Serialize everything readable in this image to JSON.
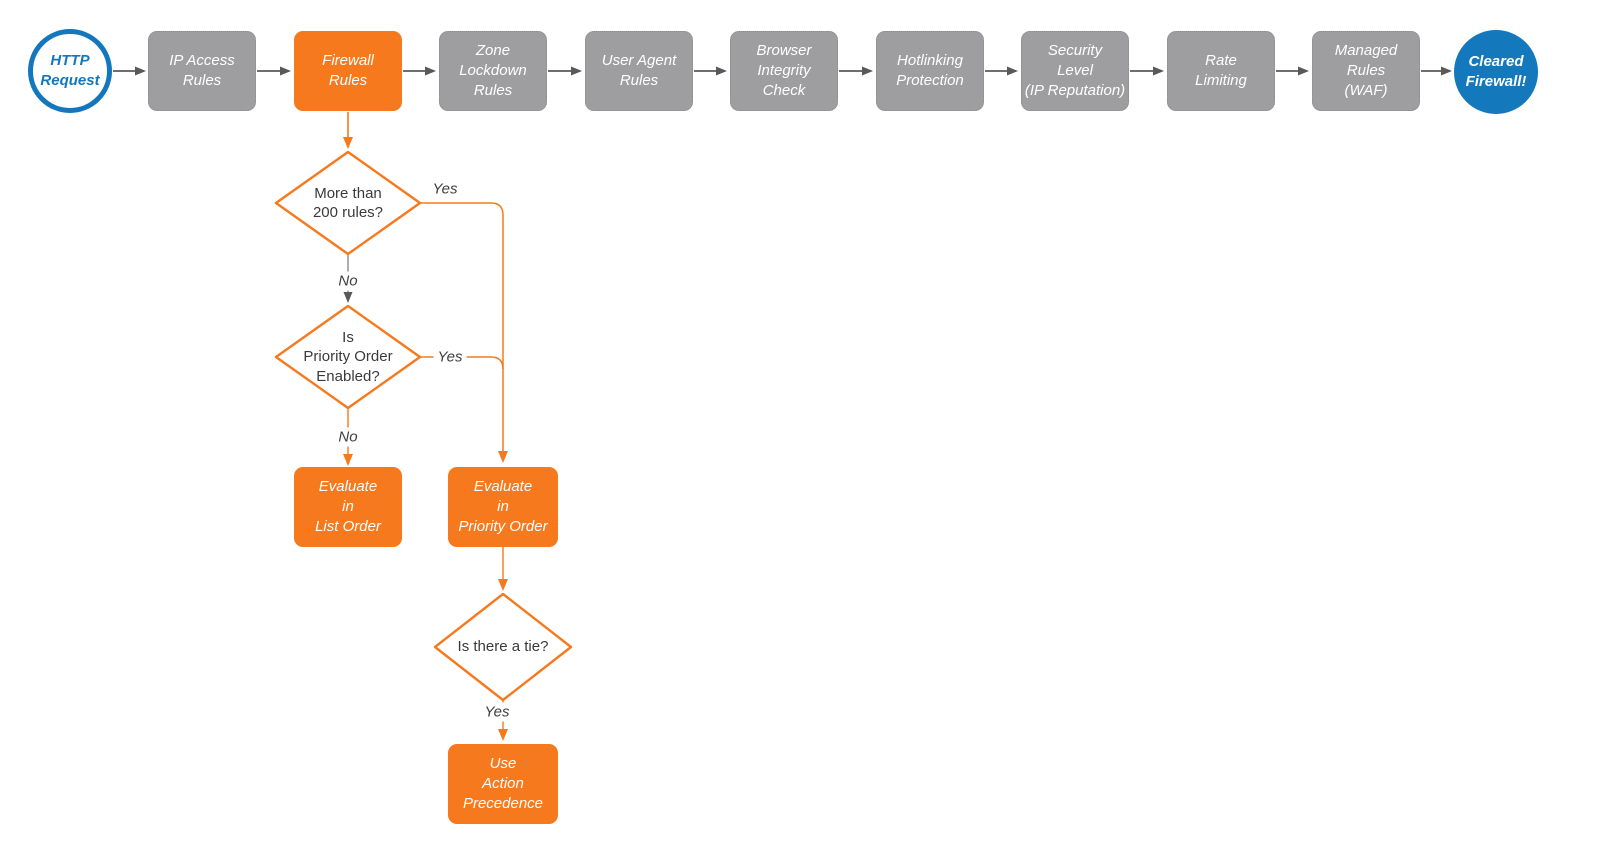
{
  "colors": {
    "orange": "#f7791d",
    "blue": "#1477bd",
    "gray_node": "#9e9ea0",
    "arrow_gray": "#595959",
    "text_dark": "#3a3a3a",
    "node_text": "#ffffff"
  },
  "flow": {
    "start": {
      "label": "HTTP\nRequest"
    },
    "steps": [
      {
        "label": "IP Access\nRules",
        "highlight": false
      },
      {
        "label": "Firewall\nRules",
        "highlight": true
      },
      {
        "label": "Zone\nLockdown\nRules",
        "highlight": false
      },
      {
        "label": "User Agent\nRules",
        "highlight": false
      },
      {
        "label": "Browser\nIntegrity\nCheck",
        "highlight": false
      },
      {
        "label": "Hotlinking\nProtection",
        "highlight": false
      },
      {
        "label": "Security\nLevel\n(IP Reputation)",
        "highlight": false
      },
      {
        "label": "Rate\nLimiting",
        "highlight": false
      },
      {
        "label": "Managed\nRules\n(WAF)",
        "highlight": false
      }
    ],
    "end": {
      "label": "Cleared\nFirewall!"
    }
  },
  "branch": {
    "decision_rules": {
      "label": "More than\n200 rules?",
      "yes": "Yes",
      "no": "No"
    },
    "decision_priority": {
      "label": "Is\nPriority Order\nEnabled?",
      "yes": "Yes",
      "no": "No"
    },
    "evaluate_list": {
      "label": "Evaluate\nin\nList Order"
    },
    "evaluate_priority": {
      "label": "Evaluate\nin\nPriority Order"
    },
    "decision_tie": {
      "label": "Is there a tie?",
      "yes": "Yes"
    },
    "action_precedence": {
      "label": "Use\nAction\nPrecedence"
    }
  }
}
